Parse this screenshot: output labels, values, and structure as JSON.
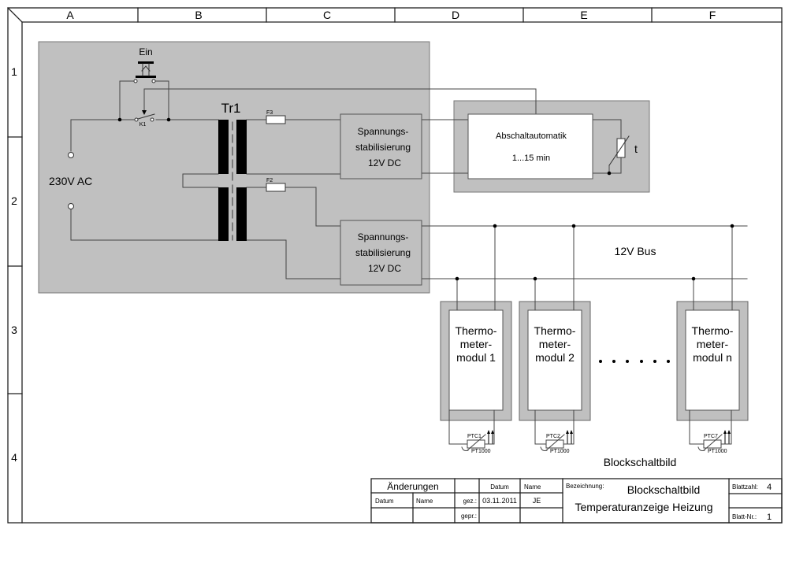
{
  "frame": {
    "columns": [
      "A",
      "B",
      "C",
      "D",
      "E",
      "F"
    ],
    "rows": [
      "1",
      "2",
      "3",
      "4"
    ]
  },
  "power": {
    "switch_label": "Ein",
    "relay_label": "K1",
    "input_label": "230V AC",
    "transformer_label": "Tr1",
    "fuse_top": "F3",
    "fuse_bottom": "F2"
  },
  "blocks": {
    "stab_top": [
      "Spannungs-",
      "stabilisierung",
      "12V DC"
    ],
    "stab_bottom": [
      "Spannungs-",
      "stabilisierung",
      "12V DC"
    ],
    "timer": [
      "Abschaltautomatik",
      "1...15 min"
    ],
    "timer_sensor_label": "t",
    "bus_label": "12V Bus"
  },
  "modules": [
    {
      "lines": [
        "Thermo-",
        "meter-",
        "modul 1"
      ],
      "ptc": "PTC1",
      "pt": "PT1000"
    },
    {
      "lines": [
        "Thermo-",
        "meter-",
        "modul 2"
      ],
      "ptc": "PTC2",
      "pt": "PT1000"
    },
    {
      "lines": [
        "Thermo-",
        "meter-",
        "modul n"
      ],
      "ptc": "PTC7",
      "pt": "PT1000"
    }
  ],
  "caption": "Blockschaltbild",
  "title_block": {
    "changes_header": "Änderungen",
    "col_datum": "Datum",
    "col_name": "Name",
    "datum_header": "Datum",
    "name_header": "Name",
    "gez_label": "gez.:",
    "gepr_label": "gepr.:",
    "gez_date": "03.11.2011",
    "gez_name": "JE",
    "bezeichnung_label": "Bezeichnung:",
    "title_line1": "Blockschaltbild",
    "title_line2": "Temperaturanzeige Heizung",
    "blattzahl_label": "Blattzahl:",
    "blattzahl_value": "4",
    "blattnr_label": "Blatt-Nr.:",
    "blattnr_value": "1"
  }
}
